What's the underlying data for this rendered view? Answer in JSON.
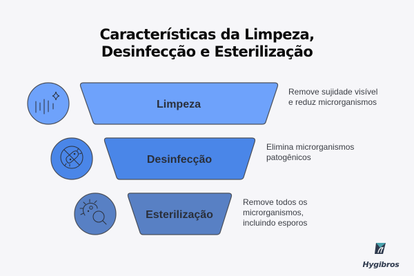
{
  "title": {
    "line1": "Características da Limpeza,",
    "line2": "Desinfecção e Esterilização"
  },
  "stages": [
    {
      "label": "Limpeza",
      "icon": "sparkle-lines-icon",
      "color": "#6ea2fb",
      "circle_color": "#6ea2fb",
      "description": [
        "Remove sujidade visível",
        "e reduz microrganismos"
      ]
    },
    {
      "label": "Desinfecção",
      "icon": "no-bacteria-icon",
      "color": "#4a86e8",
      "circle_color": "#4a86e8",
      "description": [
        "Elimina microrganismos",
        "patogênicos"
      ]
    },
    {
      "label": "Esterilização",
      "icon": "microbe-magnifier-icon",
      "color": "#5880c4",
      "circle_color": "#5880c4",
      "description": [
        "Remove todos os",
        "microrganismos,",
        "incluindo esporos"
      ]
    }
  ],
  "brand": {
    "name": "Hygibros",
    "logo_colors": {
      "primary": "#4aa3ae",
      "secondary": "#2f3a4e"
    }
  },
  "colors": {
    "background": "#f6f6f9",
    "outline": "#4a4f5a",
    "title": "#0a0a0a"
  }
}
